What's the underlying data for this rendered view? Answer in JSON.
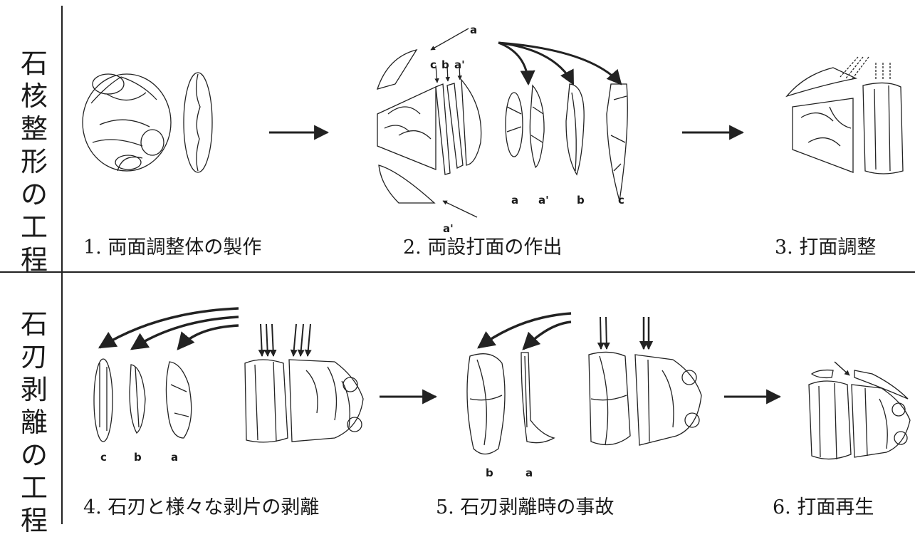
{
  "row_labels": {
    "top": "石核整形の工程",
    "bottom": "石刃剥離の工程"
  },
  "steps": [
    {
      "caption": "1. 両面調整体の製作"
    },
    {
      "caption": "2. 両設打面の作出"
    },
    {
      "caption": "3. 打面調整"
    },
    {
      "caption": "4. 石刃と様々な剥片の剥離"
    },
    {
      "caption": "5. 石刃剥離時の事故"
    },
    {
      "caption": "6. 打面再生"
    }
  ],
  "step2_labels": {
    "blades": [
      "a",
      "a'",
      "b",
      "c"
    ],
    "arrows": [
      "a",
      "a'",
      "c",
      "b",
      "a'"
    ]
  },
  "step4_labels": [
    "c",
    "b",
    "a"
  ],
  "step5_labels": [
    "b",
    "a"
  ]
}
